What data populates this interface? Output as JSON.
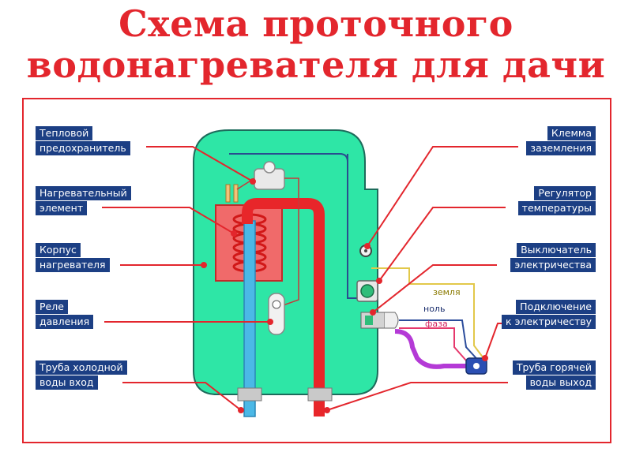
{
  "title": {
    "line1": "Схема проточного",
    "line2": "водонагревателя для дачи"
  },
  "labels": {
    "thermal_fuse": [
      "Тепловой",
      "предохранитель"
    ],
    "heating_element": [
      "Нагревательный",
      "элемент"
    ],
    "heater_body": [
      "Корпус",
      "нагревателя"
    ],
    "pressure_relay": [
      "Реле",
      "давления"
    ],
    "cold_pipe": [
      "Труба холодной",
      "воды вход"
    ],
    "ground_terminal": [
      "Клемма",
      "заземления"
    ],
    "temp_regulator": [
      "Регулятор",
      "температуры"
    ],
    "power_switch": [
      "Выключатель",
      "электричества"
    ],
    "power_connection": [
      "Подключение",
      "к электричеству"
    ],
    "hot_pipe": [
      "Труба горячей",
      "воды выход"
    ]
  },
  "wires": {
    "ground": "земля",
    "neutral": "ноль",
    "phase": "фаза"
  },
  "colors": {
    "accent": "#e3262d",
    "label_bg": "#1c3f84",
    "body": "#2ee6a6",
    "hot": "#e8262a",
    "cold": "#4bb8e6"
  }
}
